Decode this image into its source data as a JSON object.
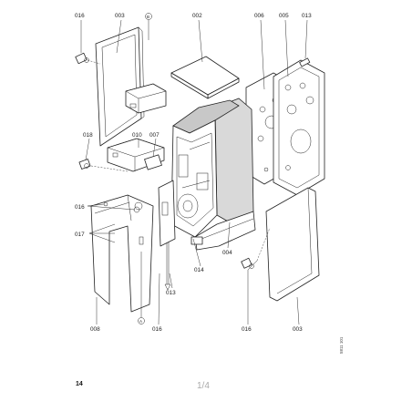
{
  "diagram": {
    "labels": {
      "l016_top": "016",
      "l003_top": "003",
      "l_circle_b_top": "B",
      "l002": "002",
      "l006": "006",
      "l005": "005",
      "l013_top": "013",
      "l018": "018",
      "l010": "010",
      "l007": "007",
      "l016_left": "016",
      "l017": "017",
      "l004": "004",
      "l014": "014",
      "l013_mid": "013",
      "l008": "008",
      "l_circle_a_bottom": "A",
      "l016_bottom": "016",
      "l016_right": "016",
      "l003_right": "003"
    },
    "footer": {
      "page_number": "14",
      "sheet": "1/4",
      "drawing_code": "5811 101"
    }
  }
}
